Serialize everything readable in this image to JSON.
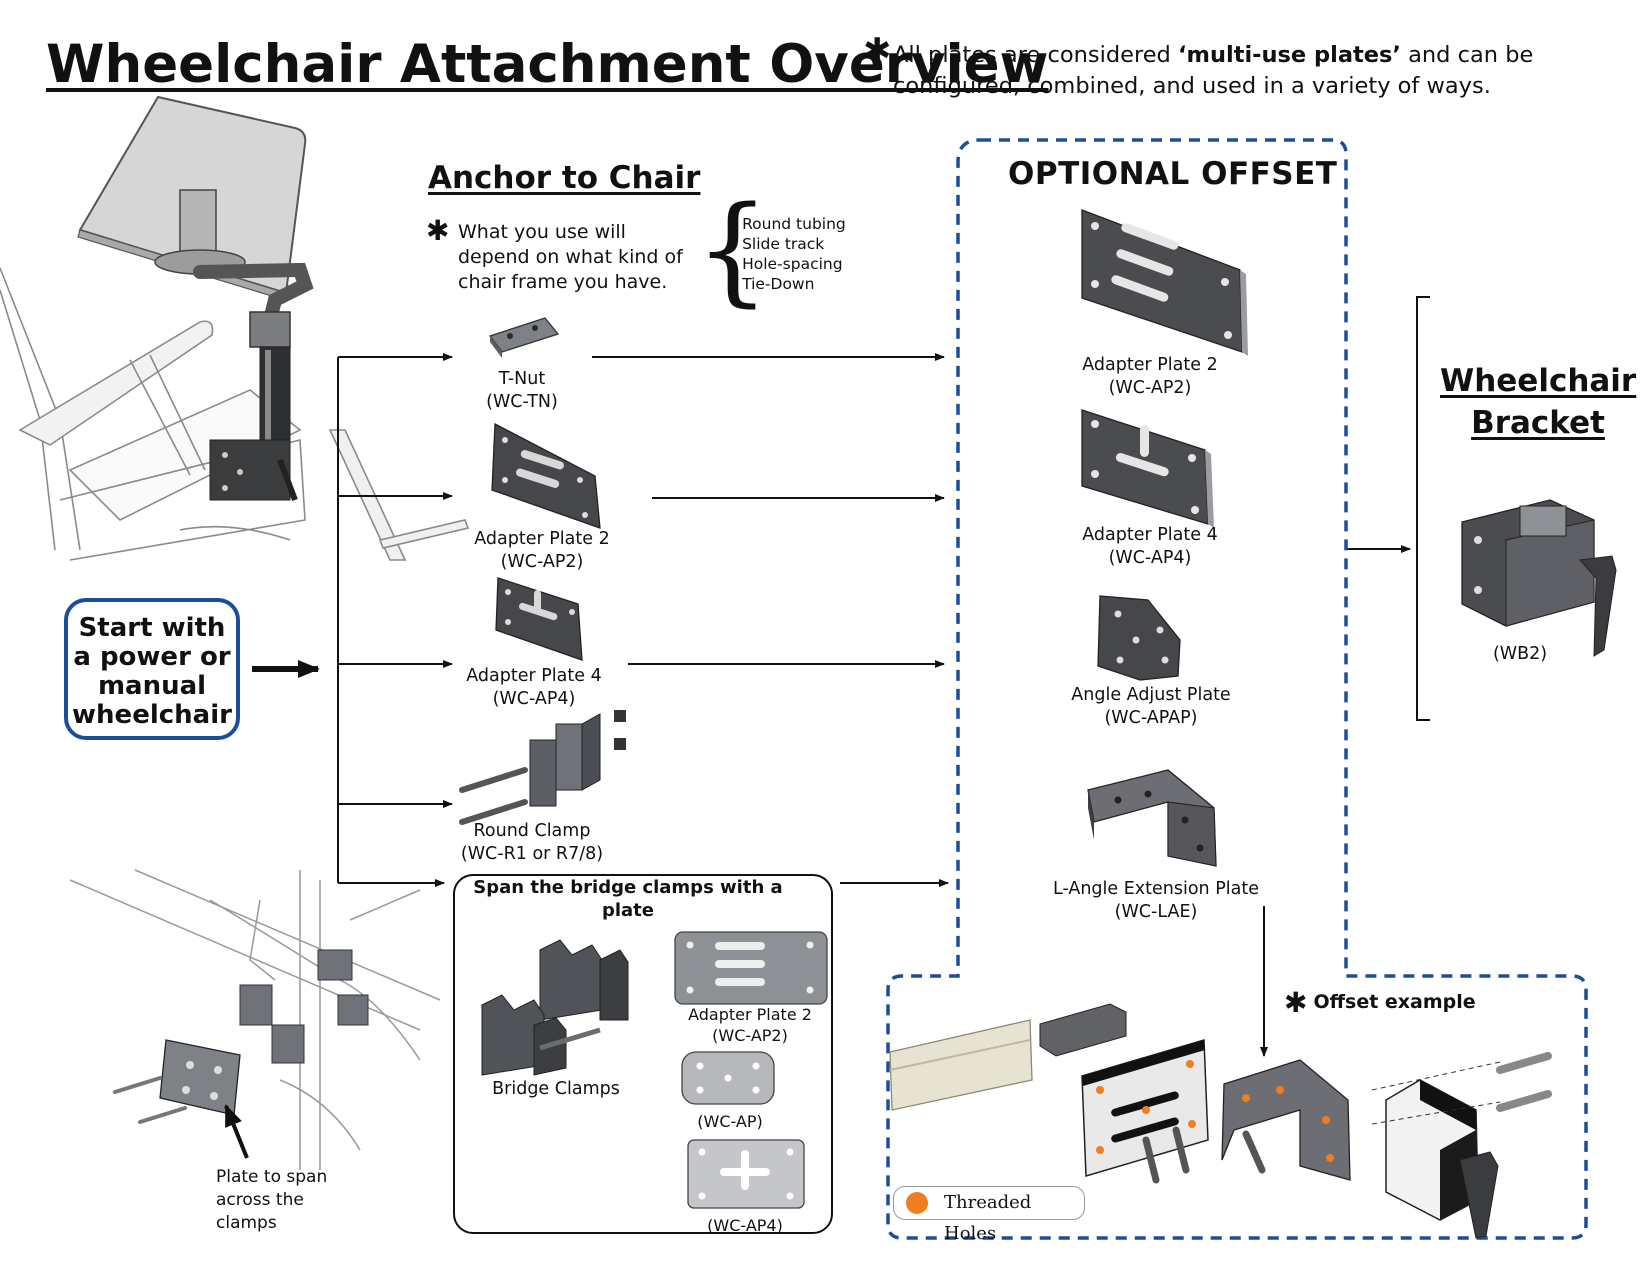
{
  "title": "Wheelchair Attachment Overview",
  "note_top": {
    "pre": "All plates are considered ",
    "bold": "‘multi-use plates’",
    "post": " and can be configured, combined, and used in a variety of ways."
  },
  "anchor": {
    "heading": "Anchor to Chair",
    "note": "What you use will depend on what kind of chair frame you have.",
    "frame_types": [
      "Round tubing",
      "Slide track",
      "Hole-spacing",
      "Tie-Down"
    ],
    "items": [
      {
        "name": "T-Nut",
        "code": "(WC-TN)"
      },
      {
        "name": "Adapter Plate 2",
        "code": "(WC-AP2)"
      },
      {
        "name": "Adapter Plate 4",
        "code": "(WC-AP4)"
      },
      {
        "name": "Round Clamp",
        "code": "(WC-R1 or R7/8)"
      }
    ]
  },
  "start": {
    "label": "Start with a power or manual wheelchair"
  },
  "span": {
    "title": "Span the bridge clamps with a plate",
    "bridge_clamps": "Bridge Clamps",
    "plates": [
      {
        "name": "Adapter Plate 2",
        "code": "(WC-AP2)"
      },
      {
        "name": "",
        "code": "(WC-AP)"
      },
      {
        "name": "",
        "code": "(WC-AP4)"
      }
    ]
  },
  "plate_note": "Plate to span across the clamps",
  "offset": {
    "heading": "OPTIONAL OFFSET",
    "items": [
      {
        "name": "Adapter Plate 2",
        "code": "(WC-AP2)"
      },
      {
        "name": "Adapter Plate 4",
        "code": "(WC-AP4)"
      },
      {
        "name": "Angle Adjust Plate",
        "code": "(WC-APAP)"
      },
      {
        "name": "L-Angle Extension Plate",
        "code": "(WC-LAE)"
      }
    ],
    "example_label": "Offset example",
    "legend": "Threaded Holes"
  },
  "bracket": {
    "heading_line1": "Wheelchair",
    "heading_line2": "Bracket",
    "code": "(WB2)"
  },
  "colors": {
    "accent_blue": "#1b4d9c",
    "threaded_orange": "#f07d20",
    "part_gray": "#4a4c50"
  }
}
